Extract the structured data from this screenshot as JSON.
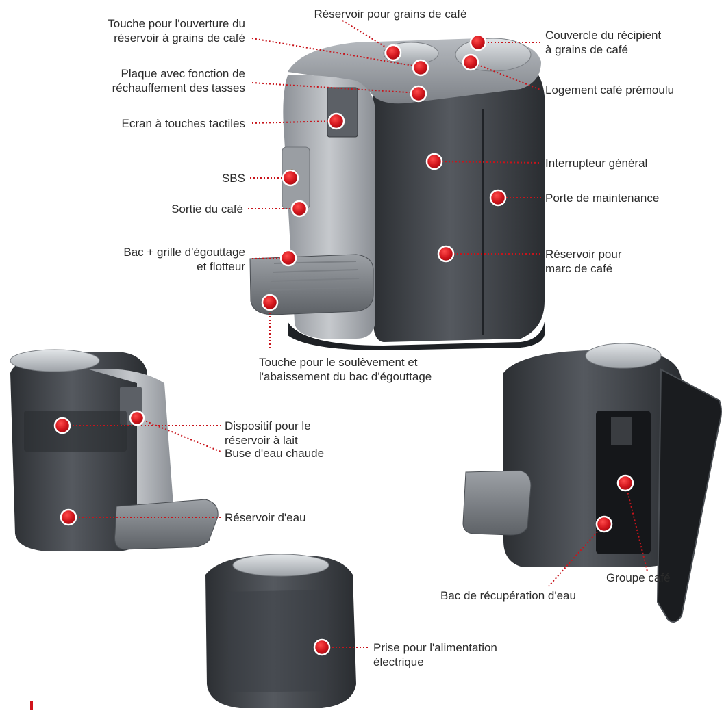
{
  "colors": {
    "marker": "#d0141b",
    "leader": "#c8141b",
    "machine_dark": "#3e4247",
    "machine_silver": "#a9adb3",
    "text": "#2b2b2b"
  },
  "labels": {
    "reservoir_grains": "Réservoir pour grains de café",
    "touche_ouverture": "Touche pour l'ouverture du\nréservoir à grains de café",
    "couvercle": "Couvercle du récipient\nà grains de café",
    "plaque": "Plaque avec fonction de\nréchauffement des tasses",
    "logement": "Logement café prémoulu",
    "ecran": "Ecran à touches tactiles",
    "interrupteur": "Interrupteur général",
    "sbs": "SBS",
    "porte": "Porte de maintenance",
    "sortie": "Sortie du café",
    "bac_grille": "Bac + grille d'égouttage\net flotteur",
    "marc": "Réservoir pour\nmarc de café",
    "touche_soulevement": "Touche pour le soulèvement et\nl'abaissement du bac d'égouttage",
    "dispositif_lait": "Dispositif pour le\nréservoir à lait",
    "buse": "Buse d'eau chaude",
    "reservoir_eau": "Réservoir d'eau",
    "groupe": "Groupe café",
    "bac_recuperation": "Bac de récupération d'eau",
    "prise": "Prise pour l'alimentation\nélectrique"
  }
}
